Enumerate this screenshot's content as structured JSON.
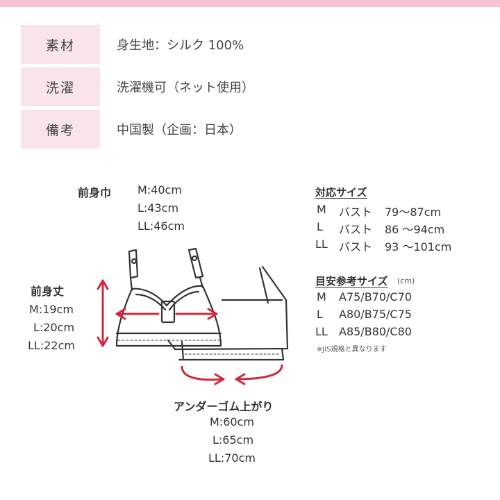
{
  "colors": {
    "accent_pink": "#f7c2d1",
    "label_bg": "#f9e4ea",
    "arrow_red": "#d0283c",
    "line": "#333333"
  },
  "specs": [
    {
      "label": "素材",
      "value": "身生地：シルク 100%"
    },
    {
      "label": "洗濯",
      "value": "洗濯機可（ネット使用）"
    },
    {
      "label": "備考",
      "value": "中国製（企画：日本）"
    }
  ],
  "measurements": {
    "front_width": {
      "title": "前身巾",
      "m": "M:40cm",
      "l": "L:43cm",
      "ll": "LL:46cm"
    },
    "front_length": {
      "title": "前身丈",
      "m": "M:19cm",
      "l": "L:20cm",
      "ll": "LL:22cm"
    },
    "under_band": {
      "title": "アンダーゴム上がり",
      "m": "M:60cm",
      "l": "L:65cm",
      "ll": "LL:70cm"
    }
  },
  "size_chart": {
    "title": "対応サイズ",
    "rows": [
      {
        "size": "M",
        "part": "バスト",
        "range": "79～87cm"
      },
      {
        "size": "L",
        "part": "バスト",
        "range": "86 ～94cm"
      },
      {
        "size": "LL",
        "part": "バスト",
        "range": "93 ～101cm"
      }
    ]
  },
  "reference_size": {
    "title": "目安参考サイズ",
    "unit": "(cm)",
    "rows": [
      {
        "size": "M",
        "value": "A75/B70/C70"
      },
      {
        "size": "L",
        "value": "A80/B75/C75"
      },
      {
        "size": "LL",
        "value": "A85/B80/C80"
      }
    ],
    "note": "※JIS規格と異なります"
  }
}
